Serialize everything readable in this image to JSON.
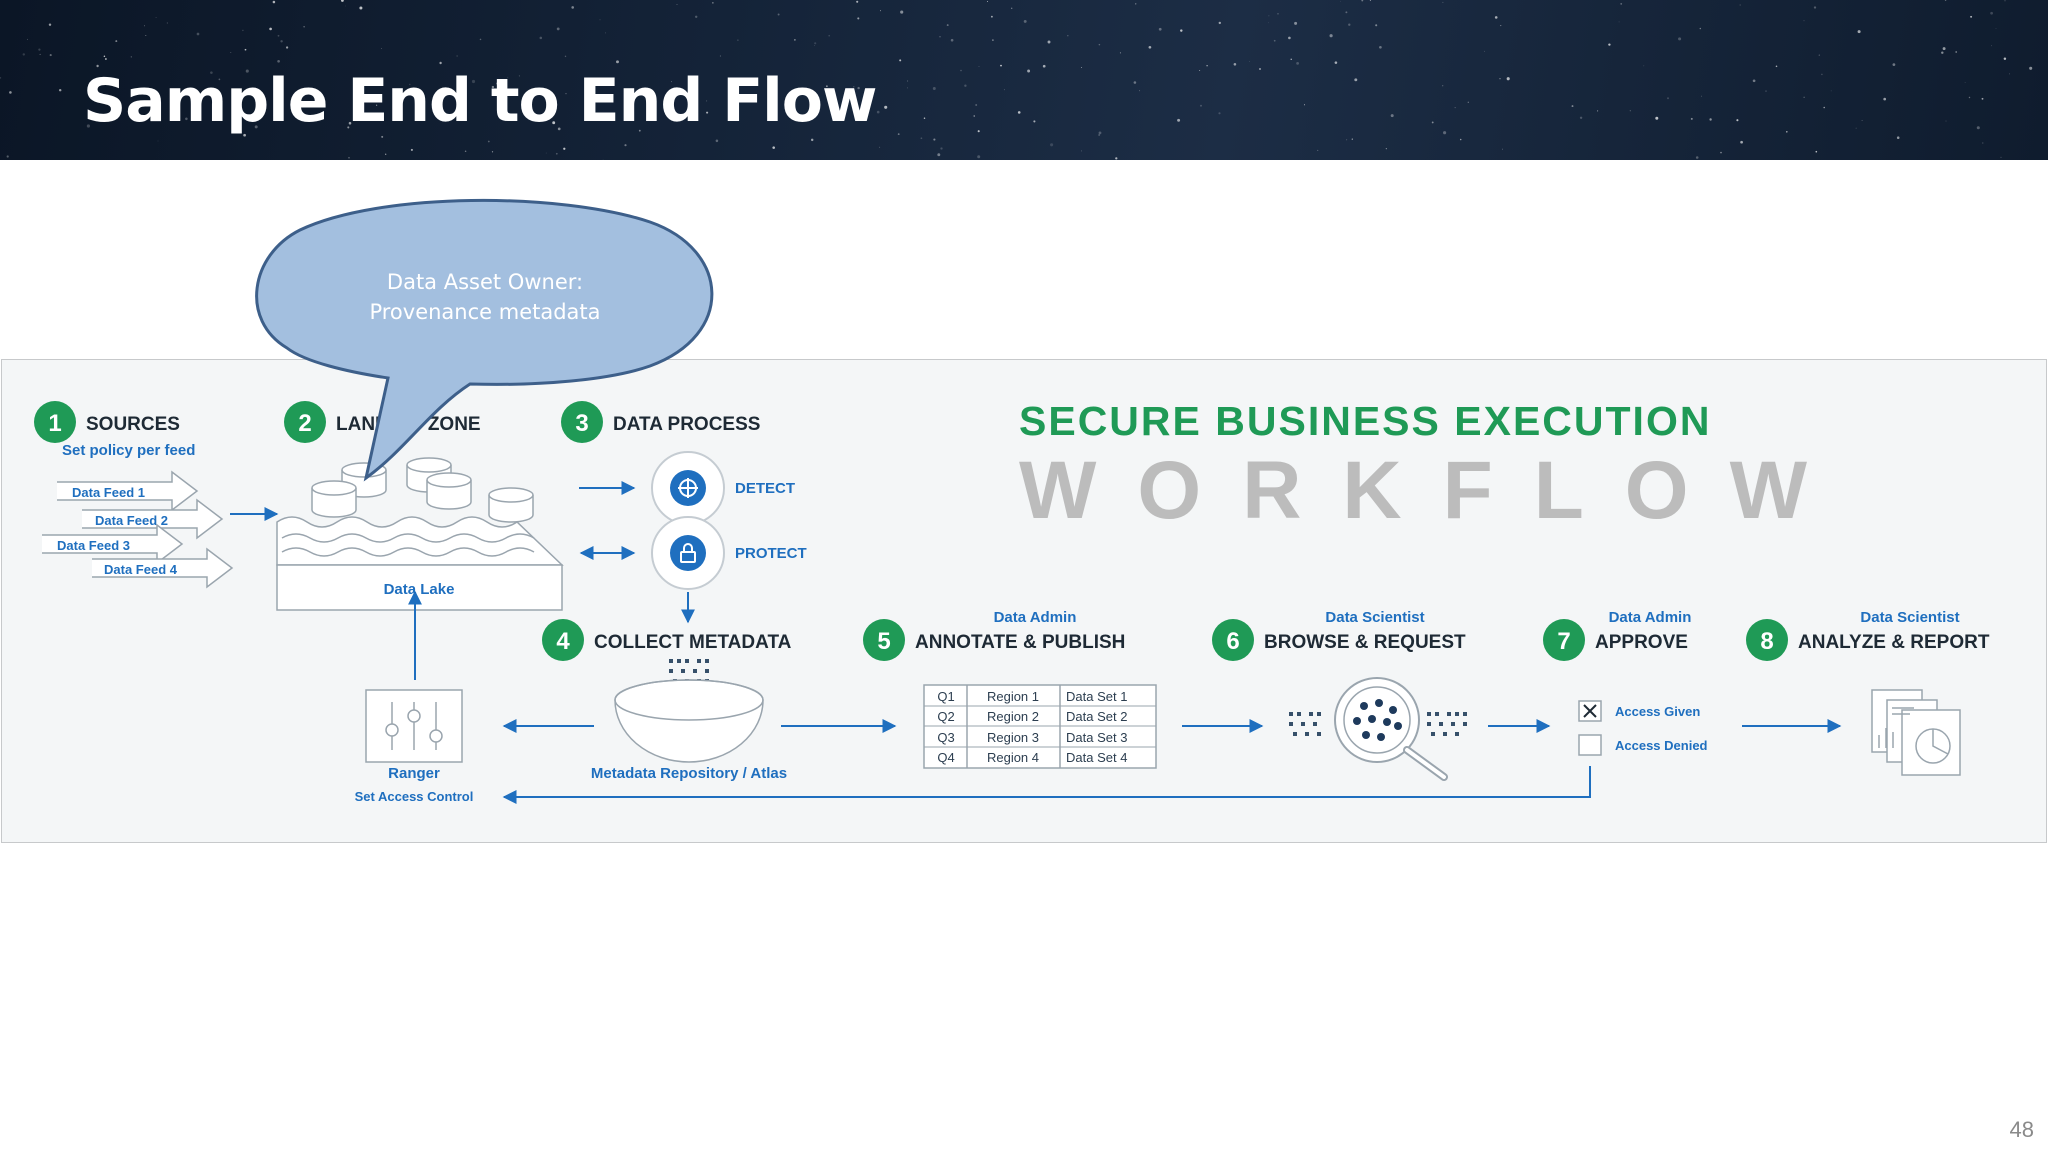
{
  "slide": {
    "title": "Sample End to End Flow",
    "page_number": "48"
  },
  "callout": {
    "line1": "Data Asset Owner:",
    "line2": "Provenance metadata"
  },
  "colors": {
    "green": "#1f9a56",
    "blue": "#1f6fbf",
    "gray": "#b9b9b9",
    "callout_fill": "#a3bfdf",
    "callout_stroke": "#3d5f8a"
  },
  "workflow": {
    "heading_top": "SECURE BUSINESS EXECUTION",
    "heading_bottom": "WORKFLOW",
    "steps": [
      {
        "num": "1",
        "label": "SOURCES"
      },
      {
        "num": "2",
        "label": "LANDING ZONE"
      },
      {
        "num": "3",
        "label": "DATA PROCESS"
      },
      {
        "num": "4",
        "label": "COLLECT METADATA"
      },
      {
        "num": "5",
        "label": "ANNOTATE & PUBLISH",
        "role": "Data Admin"
      },
      {
        "num": "6",
        "label": "BROWSE & REQUEST",
        "role": "Data Scientist"
      },
      {
        "num": "7",
        "label": "APPROVE",
        "role": "Data Admin"
      },
      {
        "num": "8",
        "label": "ANALYZE & REPORT",
        "role": "Data Scientist"
      }
    ],
    "sources": {
      "policy": "Set policy per feed",
      "feeds": [
        "Data Feed 1",
        "Data Feed 2",
        "Data Feed 3",
        "Data Feed 4"
      ]
    },
    "data_lake_label": "Data Lake",
    "process": {
      "detect": "DETECT",
      "protect": "PROTECT"
    },
    "metadata_repo": "Metadata Repository / Atlas",
    "ranger": {
      "label": "Ranger",
      "sublabel": "Set Access Control"
    },
    "table": [
      [
        "Q1",
        "Region 1",
        "Data Set 1"
      ],
      [
        "Q2",
        "Region 2",
        "Data Set 2"
      ],
      [
        "Q3",
        "Region 3",
        "Data Set 3"
      ],
      [
        "Q4",
        "Region 4",
        "Data Set 4"
      ]
    ],
    "approve": {
      "given": "Access Given",
      "denied": "Access Denied"
    }
  }
}
